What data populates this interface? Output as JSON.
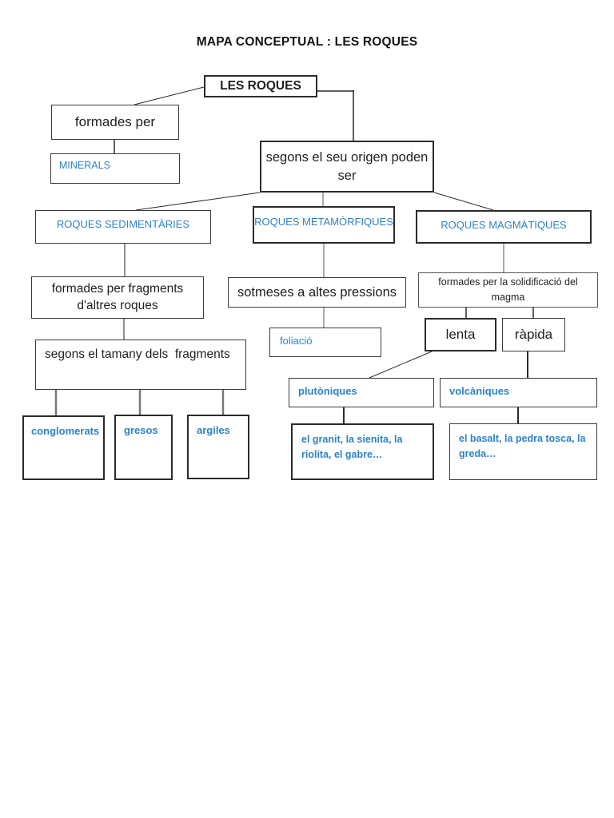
{
  "page": {
    "title": "MAPA CONCEPTUAL : LES ROQUES"
  },
  "colors": {
    "accent_blue": "#2e82c8",
    "text_black": "#1f1f1f",
    "line_gray": "#8f8f8f",
    "line_black": "#2a2a2a"
  },
  "nodes": {
    "les_roques": {
      "label": "LES ROQUES"
    },
    "formades_per": {
      "label": "formades per"
    },
    "minerals": {
      "label": "MINERALS"
    },
    "origen": {
      "label": "segons el seu origen poden\nser"
    },
    "sedimentaries": {
      "label": "ROQUES SEDIMENTÀRIES"
    },
    "metamorfiques": {
      "label": "ROQUES METAMÒRFIQUES"
    },
    "magmatiques": {
      "label": "ROQUES MAGMÀTIQUES"
    },
    "fragments": {
      "label": "formades per fragments\nd'altres roques"
    },
    "pressions": {
      "label": "sotmeses a altes pressions"
    },
    "solidificacio": {
      "label": "formades per la solidificació del\nmagma"
    },
    "lenta": {
      "label": "lenta"
    },
    "rapida": {
      "label": "ràpida"
    },
    "tamany": {
      "label": "segons el tamany dels  fragments"
    },
    "foliacio": {
      "label": "foliació"
    },
    "plutoniques": {
      "label": "plutòniques"
    },
    "volcaniques": {
      "label": "volcàniques"
    },
    "conglomerats": {
      "label": "conglomerats"
    },
    "gresos": {
      "label": "gresos"
    },
    "argiles": {
      "label": "argiles"
    },
    "granit": {
      "label": "el granit, la sienita, la\nriolita, el gabre…"
    },
    "basalt": {
      "label": "el basalt, la pedra tosca, la\ngreda…"
    }
  }
}
